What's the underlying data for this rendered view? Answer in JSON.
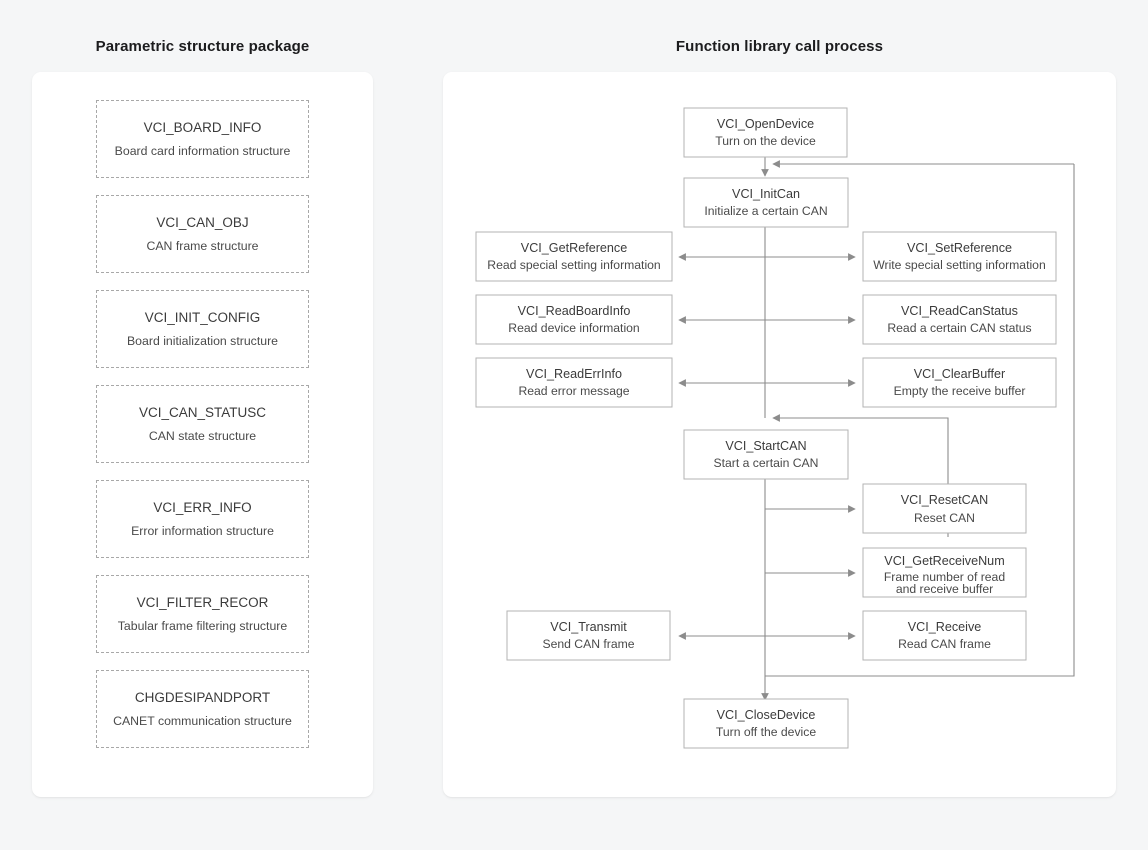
{
  "panels": {
    "left": {
      "title": "Parametric structure package"
    },
    "right": {
      "title": "Function library call process"
    }
  },
  "structures": [
    {
      "name": "VCI_BOARD_INFO",
      "desc": "Board card information structure"
    },
    {
      "name": "VCI_CAN_OBJ",
      "desc": "CAN frame structure"
    },
    {
      "name": "VCI_INIT_CONFIG",
      "desc": "Board initialization structure"
    },
    {
      "name": "VCI_CAN_STATUSC",
      "desc": "CAN state structure"
    },
    {
      "name": "VCI_ERR_INFO",
      "desc": "Error information structure"
    },
    {
      "name": "VCI_FILTER_RECOR",
      "desc": "Tabular frame filtering structure"
    },
    {
      "name": "CHGDESIPANDPORT",
      "desc": "CANET communication structure"
    }
  ],
  "flow": {
    "nodes": [
      {
        "id": "open_device",
        "name": "VCI_OpenDevice",
        "desc": "Turn on the device"
      },
      {
        "id": "init_can",
        "name": "VCI_InitCan",
        "desc": "Initialize a certain CAN"
      },
      {
        "id": "get_reference",
        "name": "VCI_GetReference",
        "desc": "Read special setting information"
      },
      {
        "id": "set_reference",
        "name": "VCI_SetReference",
        "desc": "Write special setting information"
      },
      {
        "id": "read_board_info",
        "name": "VCI_ReadBoardInfo",
        "desc": "Read device information"
      },
      {
        "id": "read_can_status",
        "name": "VCI_ReadCanStatus",
        "desc": "Read a certain CAN status"
      },
      {
        "id": "read_err_info",
        "name": "VCI_ReadErrInfo",
        "desc": "Read error message"
      },
      {
        "id": "clear_buffer",
        "name": "VCI_ClearBuffer",
        "desc": "Empty the receive buffer"
      },
      {
        "id": "start_can",
        "name": "VCI_StartCAN",
        "desc": "Start a certain CAN"
      },
      {
        "id": "reset_can",
        "name": "VCI_ResetCAN",
        "desc": "Reset CAN"
      },
      {
        "id": "get_receive_num",
        "name": "VCI_GetReceiveNum",
        "desc": "Frame number of read",
        "desc2": "and receive buffer"
      },
      {
        "id": "transmit",
        "name": "VCI_Transmit",
        "desc": "Send CAN frame"
      },
      {
        "id": "receive",
        "name": "VCI_Receive",
        "desc": "Read CAN frame"
      },
      {
        "id": "close_device",
        "name": "VCI_CloseDevice",
        "desc": "Turn off the device"
      }
    ]
  },
  "colors": {
    "page_background": "#f5f6f7",
    "card_background": "#ffffff",
    "node_border": "#b3b3b3",
    "struct_border": "#a8a8a8",
    "line": "#8c8c8c",
    "text": "#3b3b3b",
    "title_text": "#1c1c1e"
  }
}
